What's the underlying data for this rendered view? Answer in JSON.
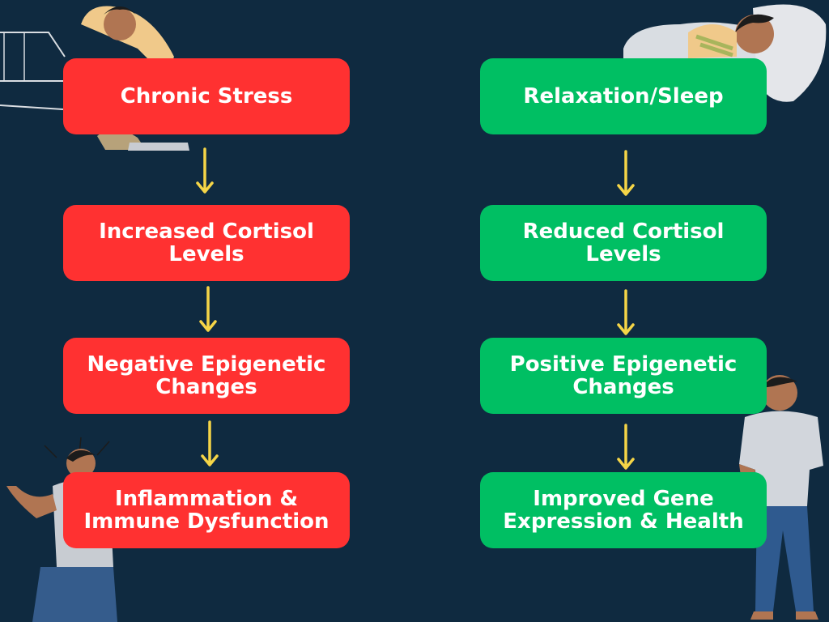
{
  "colors": {
    "background": "#0f2a40",
    "negative": "#ff3131",
    "positive": "#00bf63",
    "arrow": "#f5d547"
  },
  "left_column": [
    {
      "label": "Chronic Stress"
    },
    {
      "label": "Increased Cortisol\nLevels"
    },
    {
      "label": "Negative Epigenetic\nChanges"
    },
    {
      "label": "Inflammation &\nImmune Dysfunction"
    }
  ],
  "right_column": [
    {
      "label": "Relaxation/Sleep"
    },
    {
      "label": "Reduced Cortisol\nLevels"
    },
    {
      "label": "Positive Epigenetic\nChanges"
    },
    {
      "label": "Improved Gene\nExpression & Health"
    }
  ],
  "illustrations": {
    "top_left": "stressed-person-on-couch-icon",
    "bottom_left": "distressed-kneeling-person-icon",
    "top_right": "sleeping-person-icon",
    "bottom_right": "relaxed-standing-person-icon"
  }
}
